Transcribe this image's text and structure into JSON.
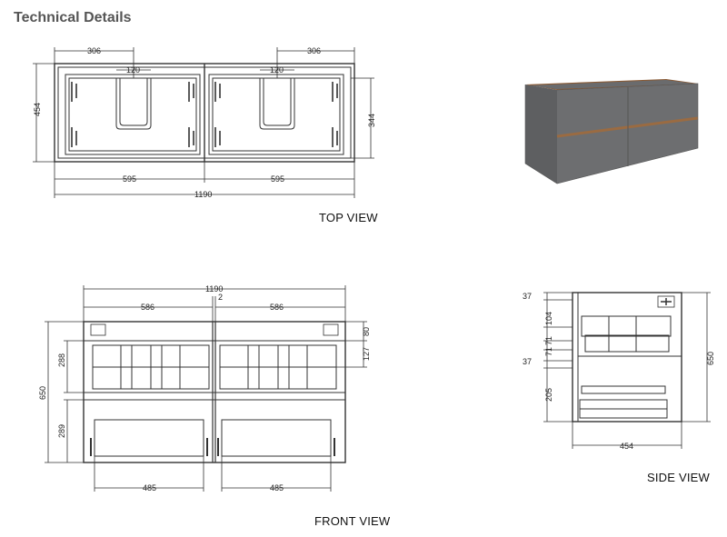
{
  "header": {
    "title": "Technical Details"
  },
  "views": {
    "top": "TOP VIEW",
    "front": "FRONT VIEW",
    "side": "SIDE VIEW"
  },
  "top_view": {
    "width_total": "1190",
    "half_width_left": "595",
    "half_width_right": "595",
    "depth": "454",
    "inner_depth": "344",
    "basket_offset_left": "306",
    "basket_offset_right": "306",
    "basket_width_left": "120",
    "basket_width_right": "120"
  },
  "front_view": {
    "width_total": "1190",
    "gap": "2",
    "half_left": "586",
    "half_right": "586",
    "height_total": "650",
    "drawer_upper": "288",
    "drawer_lower": "289",
    "top_rail": "80",
    "upper_inner": "127",
    "handle_left": "485",
    "handle_right": "485"
  },
  "side_view": {
    "top_gap": "37",
    "mid_gap": "37",
    "upper_drawer": "104",
    "mid_a": "71",
    "mid_b": "71",
    "lower_drawer": "205",
    "height_total": "650",
    "depth": "454"
  },
  "colors": {
    "line": "#333333",
    "cabinet_front": "#6d6e70",
    "cabinet_side": "#5e5f61",
    "wood_top": "#8a5a34"
  }
}
